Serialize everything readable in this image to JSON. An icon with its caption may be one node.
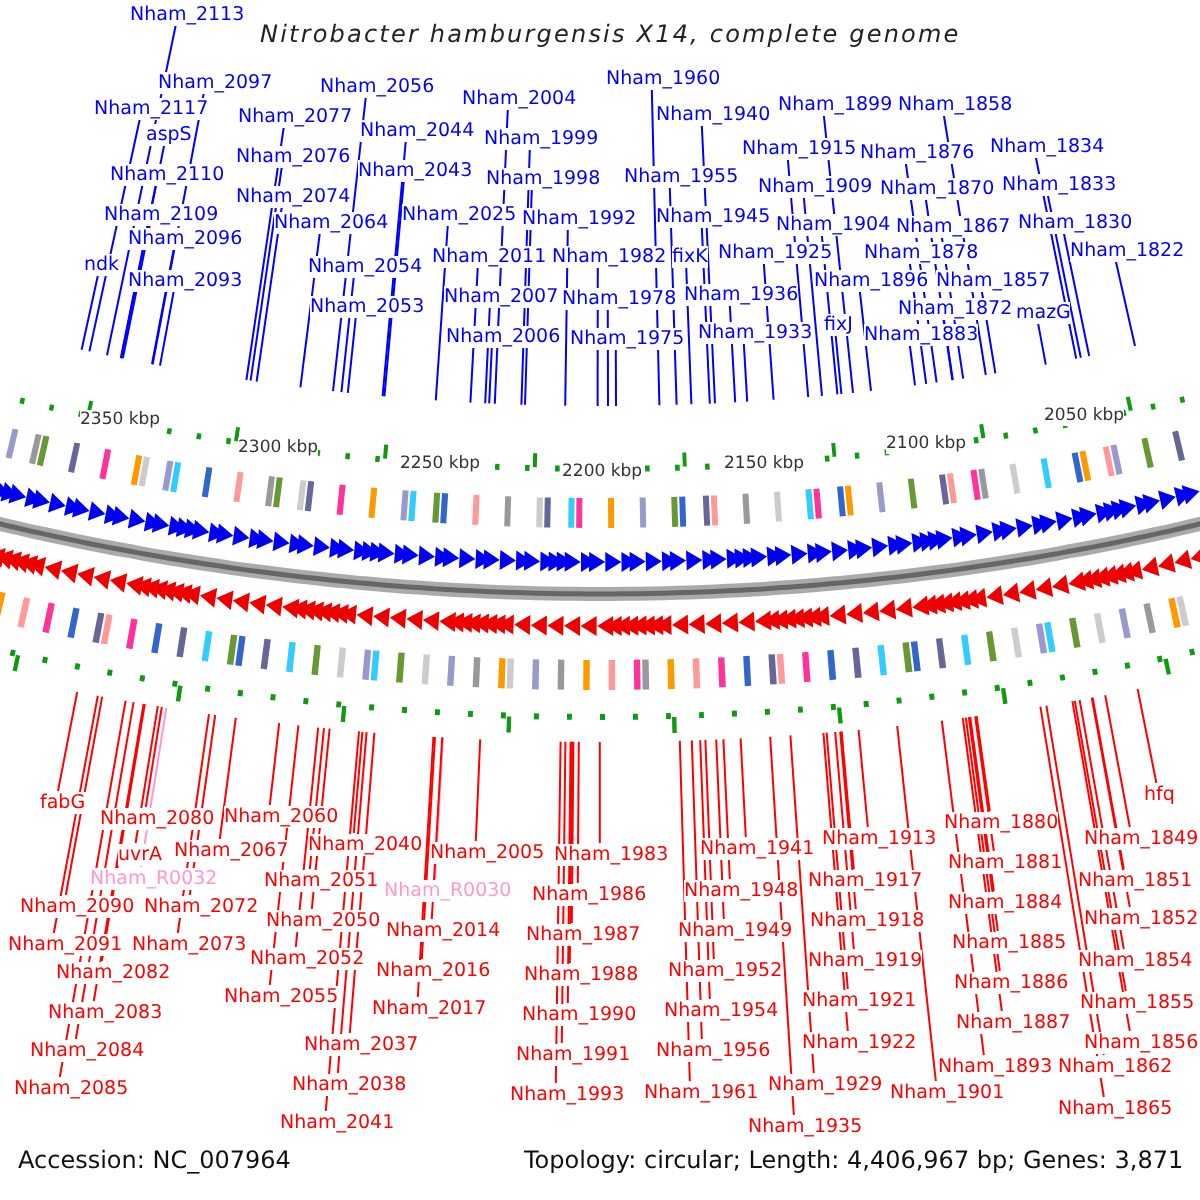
{
  "diagram": {
    "title": "Nitrobacter hamburgensis X14, complete genome",
    "nodes": [
      {
        "text": [
          "Nham_2113"
        ]
      },
      {
        "text": [
          "Nham_2097"
        ]
      },
      {
        "text": [
          "Nham_2117"
        ]
      },
      {
        "text": [
          "aspS"
        ]
      },
      {
        "text": [
          "Nham_2110"
        ]
      },
      {
        "text": [
          "Nham_2109"
        ]
      },
      {
        "text": [
          "Nham_2096"
        ]
      },
      {
        "text": [
          "ndk"
        ]
      },
      {
        "text": [
          "Nham_2093"
        ]
      },
      {
        "text": [
          "Nham_2077"
        ]
      },
      {
        "text": [
          "Nham_2076"
        ]
      },
      {
        "text": [
          "Nham_2074"
        ]
      },
      {
        "text": [
          "Nham_2064"
        ]
      },
      {
        "text": [
          "Nham_2054"
        ]
      },
      {
        "text": [
          "Nham_2053"
        ]
      },
      {
        "text": [
          "Nham_2056"
        ]
      },
      {
        "text": [
          "Nham_2044"
        ]
      },
      {
        "text": [
          "Nham_2043"
        ]
      },
      {
        "text": [
          "Nham_2025"
        ]
      },
      {
        "text": [
          "Nham_2011"
        ]
      },
      {
        "text": [
          "Nham_2007"
        ]
      },
      {
        "text": [
          "Nham_2006"
        ]
      },
      {
        "text": [
          "Nham_2004"
        ]
      },
      {
        "text": [
          "Nham_1999"
        ]
      },
      {
        "text": [
          "Nham_1998"
        ]
      },
      {
        "text": [
          "Nham_1992"
        ]
      },
      {
        "text": [
          "Nham_1982"
        ]
      },
      {
        "text": [
          "Nham_1978"
        ]
      },
      {
        "text": [
          "Nham_1975"
        ]
      },
      {
        "text": [
          "Nham_1960"
        ]
      },
      {
        "text": [
          "Nham_1940"
        ]
      },
      {
        "text": [
          "Nham_1955"
        ]
      },
      {
        "text": [
          "Nham_1945"
        ]
      },
      {
        "text": [
          "fixK"
        ]
      },
      {
        "text": [
          "Nham_1925"
        ]
      },
      {
        "text": [
          "Nham_1936"
        ]
      },
      {
        "text": [
          "Nham_1933"
        ]
      },
      {
        "text": [
          "fixJ"
        ]
      },
      {
        "text": [
          "Nham_1899"
        ]
      },
      {
        "text": [
          "Nham_1858"
        ]
      },
      {
        "text": [
          "Nham_1915"
        ]
      },
      {
        "text": [
          "Nham_1876"
        ]
      },
      {
        "text": [
          "Nham_1909"
        ]
      },
      {
        "text": [
          "Nham_1870"
        ]
      },
      {
        "text": [
          "Nham_1904"
        ]
      },
      {
        "text": [
          "Nham_1867"
        ]
      },
      {
        "text": [
          "Nham_1878"
        ]
      },
      {
        "text": [
          "Nham_1896"
        ]
      },
      {
        "text": [
          "Nham_1857"
        ]
      },
      {
        "text": [
          "Nham_1872"
        ]
      },
      {
        "text": [
          "Nham_1883"
        ]
      },
      {
        "text": [
          "mazG"
        ]
      },
      {
        "text": [
          "Nham_1834"
        ]
      },
      {
        "text": [
          "Nham_1833"
        ]
      },
      {
        "text": [
          "Nham_1830"
        ]
      },
      {
        "text": [
          "Nham_1822"
        ]
      },
      {
        "text": [
          "fabG"
        ]
      },
      {
        "text": [
          "Nham_2080"
        ]
      },
      {
        "text": [
          "Nham_2060"
        ]
      },
      {
        "text": [
          "uvrA"
        ]
      },
      {
        "text": [
          "Nham_2067"
        ]
      },
      {
        "text": [
          "Nham_2040"
        ]
      },
      {
        "text": [
          "Nham_2005"
        ]
      },
      {
        "text": [
          "Nham_R0032"
        ]
      },
      {
        "text": [
          "Nham_2051"
        ]
      },
      {
        "text": [
          "Nham_R0030"
        ]
      },
      {
        "text": [
          "Nham_2090"
        ]
      },
      {
        "text": [
          "Nham_2072"
        ]
      },
      {
        "text": [
          "Nham_2050"
        ]
      },
      {
        "text": [
          "Nham_2014"
        ]
      },
      {
        "text": [
          "Nham_2091"
        ]
      },
      {
        "text": [
          "Nham_2073"
        ]
      },
      {
        "text": [
          "Nham_2052"
        ]
      },
      {
        "text": [
          "Nham_2016"
        ]
      },
      {
        "text": [
          "Nham_2082"
        ]
      },
      {
        "text": [
          "Nham_2055"
        ]
      },
      {
        "text": [
          "Nham_2017"
        ]
      },
      {
        "text": [
          "Nham_2083"
        ]
      },
      {
        "text": [
          "Nham_2037"
        ]
      },
      {
        "text": [
          "Nham_2084"
        ]
      },
      {
        "text": [
          "Nham_2038"
        ]
      },
      {
        "text": [
          "Nham_2085"
        ]
      },
      {
        "text": [
          "Nham_2041"
        ]
      },
      {
        "text": [
          "Nham_1983"
        ]
      },
      {
        "text": [
          "Nham_1986"
        ]
      },
      {
        "text": [
          "Nham_1987"
        ]
      },
      {
        "text": [
          "Nham_1988"
        ]
      },
      {
        "text": [
          "Nham_1990"
        ]
      },
      {
        "text": [
          "Nham_1991"
        ]
      },
      {
        "text": [
          "Nham_1993"
        ]
      },
      {
        "text": [
          "Nham_1941"
        ]
      },
      {
        "text": [
          "Nham_1948"
        ]
      },
      {
        "text": [
          "Nham_1949"
        ]
      },
      {
        "text": [
          "Nham_1952"
        ]
      },
      {
        "text": [
          "Nham_1954"
        ]
      },
      {
        "text": [
          "Nham_1956"
        ]
      },
      {
        "text": [
          "Nham_1961"
        ]
      },
      {
        "text": [
          "Nham_1913"
        ]
      },
      {
        "text": [
          "Nham_1917"
        ]
      },
      {
        "text": [
          "Nham_1918"
        ]
      },
      {
        "text": [
          "Nham_1919"
        ]
      },
      {
        "text": [
          "Nham_1921"
        ]
      },
      {
        "text": [
          "Nham_1922"
        ]
      },
      {
        "text": [
          "Nham_1929"
        ]
      },
      {
        "text": [
          "Nham_1935"
        ]
      },
      {
        "text": [
          "Nham_1880"
        ]
      },
      {
        "text": [
          "Nham_1881"
        ]
      },
      {
        "text": [
          "Nham_1884"
        ]
      },
      {
        "text": [
          "Nham_1885"
        ]
      },
      {
        "text": [
          "Nham_1886"
        ]
      },
      {
        "text": [
          "Nham_1887"
        ]
      },
      {
        "text": [
          "Nham_1893"
        ]
      },
      {
        "text": [
          "Nham_1901"
        ]
      },
      {
        "text": [
          "hfq"
        ]
      },
      {
        "text": [
          "Nham_1849"
        ]
      },
      {
        "text": [
          "Nham_1851"
        ]
      },
      {
        "text": [
          "Nham_1852"
        ]
      },
      {
        "text": [
          "Nham_1854"
        ]
      },
      {
        "text": [
          "Nham_1855"
        ]
      },
      {
        "text": [
          "Nham_1856"
        ]
      },
      {
        "text": [
          "Nham_1862"
        ]
      },
      {
        "text": [
          "Nham_1865"
        ]
      }
    ],
    "edges": [
      {
        "from": 0,
        "to": null,
        "arrow": "none",
        "color": "#0000ff"
      },
      {
        "from": 1,
        "to": null,
        "arrow": "none",
        "color": "#0000ff"
      },
      {
        "from": 2,
        "to": null,
        "arrow": "none",
        "color": "#0000ff"
      },
      {
        "from": 3,
        "to": null,
        "arrow": "none",
        "color": "#0000ff"
      },
      {
        "from": 4,
        "to": null,
        "arrow": "none",
        "color": "#0000ff"
      },
      {
        "from": 5,
        "to": null,
        "arrow": "none",
        "color": "#0000ff"
      },
      {
        "from": 6,
        "to": null,
        "arrow": "none",
        "color": "#0000ff"
      },
      {
        "from": 7,
        "to": null,
        "arrow": "none",
        "color": "#0000ff"
      },
      {
        "from": 8,
        "to": null,
        "arrow": "none",
        "color": "#0000ff"
      },
      {
        "from": 9,
        "to": null,
        "arrow": "none",
        "color": "#0000ff"
      },
      {
        "from": 10,
        "to": null,
        "arrow": "none",
        "color": "#0000ff"
      },
      {
        "from": 11,
        "to": null,
        "arrow": "none",
        "color": "#0000ff"
      },
      {
        "from": 12,
        "to": null,
        "arrow": "none",
        "color": "#0000ff"
      },
      {
        "from": 13,
        "to": null,
        "arrow": "none",
        "color": "#0000ff"
      },
      {
        "from": 14,
        "to": null,
        "arrow": "none",
        "color": "#0000ff"
      },
      {
        "from": 15,
        "to": null,
        "arrow": "none",
        "color": "#0000ff"
      },
      {
        "from": 16,
        "to": null,
        "arrow": "none",
        "color": "#0000ff"
      },
      {
        "from": 17,
        "to": null,
        "arrow": "none",
        "color": "#0000ff"
      },
      {
        "from": 18,
        "to": null,
        "arrow": "none",
        "color": "#0000ff"
      },
      {
        "from": 19,
        "to": null,
        "arrow": "none",
        "color": "#0000ff"
      },
      {
        "from": 20,
        "to": null,
        "arrow": "none",
        "color": "#0000ff"
      },
      {
        "from": 21,
        "to": null,
        "arrow": "none",
        "color": "#0000ff"
      },
      {
        "from": 22,
        "to": null,
        "arrow": "none",
        "color": "#0000ff"
      },
      {
        "from": 23,
        "to": null,
        "arrow": "none",
        "color": "#0000ff"
      },
      {
        "from": 24,
        "to": null,
        "arrow": "none",
        "color": "#0000ff"
      },
      {
        "from": 25,
        "to": null,
        "arrow": "none",
        "color": "#0000ff"
      },
      {
        "from": 26,
        "to": null,
        "arrow": "none",
        "color": "#0000ff"
      },
      {
        "from": 27,
        "to": null,
        "arrow": "none",
        "color": "#0000ff"
      },
      {
        "from": 28,
        "to": null,
        "arrow": "none",
        "color": "#0000ff"
      },
      {
        "from": 29,
        "to": null,
        "arrow": "none",
        "color": "#0000ff"
      },
      {
        "from": 30,
        "to": null,
        "arrow": "none",
        "color": "#0000ff"
      },
      {
        "from": 31,
        "to": null,
        "arrow": "none",
        "color": "#0000ff"
      },
      {
        "from": 32,
        "to": null,
        "arrow": "none",
        "color": "#0000ff"
      },
      {
        "from": 33,
        "to": null,
        "arrow": "none",
        "color": "#0000ff"
      },
      {
        "from": 34,
        "to": null,
        "arrow": "none",
        "color": "#0000ff"
      },
      {
        "from": 35,
        "to": null,
        "arrow": "none",
        "color": "#0000ff"
      },
      {
        "from": 36,
        "to": null,
        "arrow": "none",
        "color": "#0000ff"
      },
      {
        "from": 37,
        "to": null,
        "arrow": "none",
        "color": "#0000ff"
      },
      {
        "from": 38,
        "to": null,
        "arrow": "none",
        "color": "#0000ff"
      },
      {
        "from": 39,
        "to": null,
        "arrow": "none",
        "color": "#0000ff"
      },
      {
        "from": 40,
        "to": null,
        "arrow": "none",
        "color": "#0000ff"
      },
      {
        "from": 41,
        "to": null,
        "arrow": "none",
        "color": "#0000ff"
      },
      {
        "from": 42,
        "to": null,
        "arrow": "none",
        "color": "#0000ff"
      },
      {
        "from": 43,
        "to": null,
        "arrow": "none",
        "color": "#0000ff"
      },
      {
        "from": 44,
        "to": null,
        "arrow": "none",
        "color": "#0000ff"
      },
      {
        "from": 45,
        "to": null,
        "arrow": "none",
        "color": "#0000ff"
      },
      {
        "from": 46,
        "to": null,
        "arrow": "none",
        "color": "#0000ff"
      },
      {
        "from": 47,
        "to": null,
        "arrow": "none",
        "color": "#0000ff"
      },
      {
        "from": 48,
        "to": null,
        "arrow": "none",
        "color": "#0000ff"
      },
      {
        "from": 49,
        "to": null,
        "arrow": "none",
        "color": "#0000ff"
      },
      {
        "from": 50,
        "to": null,
        "arrow": "none",
        "color": "#0000ff"
      },
      {
        "from": 51,
        "to": null,
        "arrow": "none",
        "color": "#0000ff"
      },
      {
        "from": 52,
        "to": null,
        "arrow": "none",
        "color": "#0000ff"
      },
      {
        "from": 53,
        "to": null,
        "arrow": "none",
        "color": "#0000ff"
      },
      {
        "from": 54,
        "to": null,
        "arrow": "none",
        "color": "#0000ff"
      },
      {
        "from": 55,
        "to": null,
        "arrow": "none",
        "color": "#0000ff"
      },
      {
        "from": 56,
        "to": null,
        "arrow": "none"
      },
      {
        "from": 57,
        "to": null,
        "arrow": "none"
      },
      {
        "from": 58,
        "to": null,
        "arrow": "none"
      },
      {
        "from": 59,
        "to": null,
        "arrow": "none"
      },
      {
        "from": 60,
        "to": null,
        "arrow": "none"
      },
      {
        "from": 61,
        "to": null,
        "arrow": "none"
      },
      {
        "from": 62,
        "to": null,
        "arrow": "none"
      },
      {
        "from": 63,
        "to": null,
        "arrow": "none",
        "color": "#ff99cc"
      },
      {
        "from": 64,
        "to": null,
        "arrow": "none"
      },
      {
        "from": 65,
        "to": null,
        "arrow": "none",
        "color": "#ff99cc"
      },
      {
        "from": 66,
        "to": null,
        "arrow": "none"
      },
      {
        "from": 67,
        "to": null,
        "arrow": "none"
      },
      {
        "from": 68,
        "to": null,
        "arrow": "none"
      },
      {
        "from": 69,
        "to": null,
        "arrow": "none"
      },
      {
        "from": 70,
        "to": null,
        "arrow": "none"
      },
      {
        "from": 71,
        "to": null,
        "arrow": "none"
      },
      {
        "from": 72,
        "to": null,
        "arrow": "none"
      },
      {
        "from": 73,
        "to": null,
        "arrow": "none"
      },
      {
        "from": 74,
        "to": null,
        "arrow": "none"
      },
      {
        "from": 75,
        "to": null,
        "arrow": "none"
      },
      {
        "from": 76,
        "to": null,
        "arrow": "none"
      },
      {
        "from": 77,
        "to": null,
        "arrow": "none"
      },
      {
        "from": 78,
        "to": null,
        "arrow": "none"
      },
      {
        "from": 79,
        "to": null,
        "arrow": "none"
      },
      {
        "from": 80,
        "to": null,
        "arrow": "none"
      },
      {
        "from": 81,
        "to": null,
        "arrow": "none"
      },
      {
        "from": 82,
        "to": null,
        "arrow": "none"
      },
      {
        "from": 83,
        "to": null,
        "arrow": "none"
      },
      {
        "from": 84,
        "to": null,
        "arrow": "none"
      },
      {
        "from": 85,
        "to": null,
        "arrow": "none"
      },
      {
        "from": 86,
        "to": null,
        "arrow": "none"
      },
      {
        "from": 87,
        "to": null,
        "arrow": "none"
      },
      {
        "from": 88,
        "to": null,
        "arrow": "none"
      },
      {
        "from": 89,
        "to": null,
        "arrow": "none"
      },
      {
        "from": 90,
        "to": null,
        "arrow": "none"
      },
      {
        "from": 91,
        "to": null,
        "arrow": "none"
      },
      {
        "from": 92,
        "to": null,
        "arrow": "none"
      },
      {
        "from": 93,
        "to": null,
        "arrow": "none"
      },
      {
        "from": 94,
        "to": null,
        "arrow": "none"
      },
      {
        "from": 95,
        "to": null,
        "arrow": "none"
      },
      {
        "from": 96,
        "to": null,
        "arrow": "none"
      },
      {
        "from": 97,
        "to": null,
        "arrow": "none"
      },
      {
        "from": 98,
        "to": null,
        "arrow": "none"
      },
      {
        "from": 99,
        "to": null,
        "arrow": "none"
      },
      {
        "from": 100,
        "to": null,
        "arrow": "none"
      },
      {
        "from": 101,
        "to": null,
        "arrow": "none"
      },
      {
        "from": 102,
        "to": null,
        "arrow": "none"
      },
      {
        "from": 103,
        "to": null,
        "arrow": "none"
      },
      {
        "from": 104,
        "to": null,
        "arrow": "none"
      },
      {
        "from": 105,
        "to": null,
        "arrow": "none"
      },
      {
        "from": 106,
        "to": null,
        "arrow": "none"
      },
      {
        "from": 107,
        "to": null,
        "arrow": "none"
      },
      {
        "from": 108,
        "to": null,
        "arrow": "none"
      },
      {
        "from": 109,
        "to": null,
        "arrow": "none"
      },
      {
        "from": 110,
        "to": null,
        "arrow": "none"
      },
      {
        "from": 111,
        "to": null,
        "arrow": "none"
      },
      {
        "from": 112,
        "to": null,
        "arrow": "none"
      },
      {
        "from": 113,
        "to": null,
        "arrow": "none"
      },
      {
        "from": 114,
        "to": null,
        "arrow": "none"
      },
      {
        "from": 115,
        "to": null,
        "arrow": "none"
      },
      {
        "from": 116,
        "to": null,
        "arrow": "none"
      },
      {
        "from": 117,
        "to": null,
        "arrow": "none"
      },
      {
        "from": 118,
        "to": null,
        "arrow": "none"
      },
      {
        "from": 119,
        "to": null,
        "arrow": "none"
      },
      {
        "from": 120,
        "to": null,
        "arrow": "none"
      },
      {
        "from": 121,
        "to": null,
        "arrow": "none"
      }
    ],
    "labels": [
      "2350 kbp",
      "2300 kbp",
      "2250 kbp",
      "2200 kbp",
      "2150 kbp",
      "2100 kbp",
      "2050 kbp",
      "Accession: NC_007964",
      "Topology: circular; Length: 4,406,967 bp; Genes: 3,871"
    ]
  }
}
